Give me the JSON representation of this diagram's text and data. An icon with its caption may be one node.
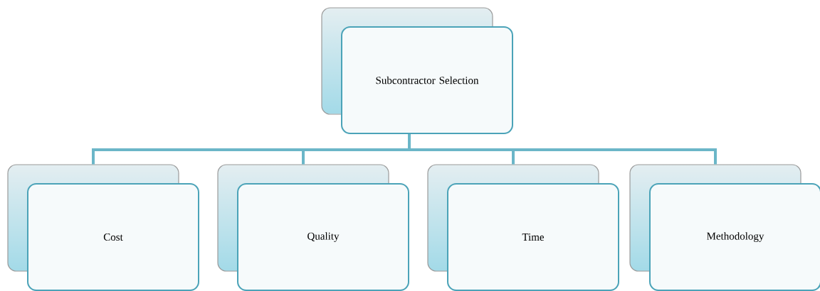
{
  "diagram": {
    "nodes": [
      {
        "text": [
          "Subcontractor Selection"
        ]
      },
      {
        "text": [
          "Cost"
        ]
      },
      {
        "text": [
          "Quality"
        ]
      },
      {
        "text": [
          "Time"
        ]
      },
      {
        "text": [
          "Methodology"
        ]
      }
    ],
    "edges": [
      {
        "from": 0,
        "to": 1,
        "arrow": "none"
      },
      {
        "from": 0,
        "to": 2,
        "arrow": "none"
      },
      {
        "from": 0,
        "to": 3,
        "arrow": "none"
      },
      {
        "from": 0,
        "to": 4,
        "arrow": "none"
      }
    ]
  }
}
